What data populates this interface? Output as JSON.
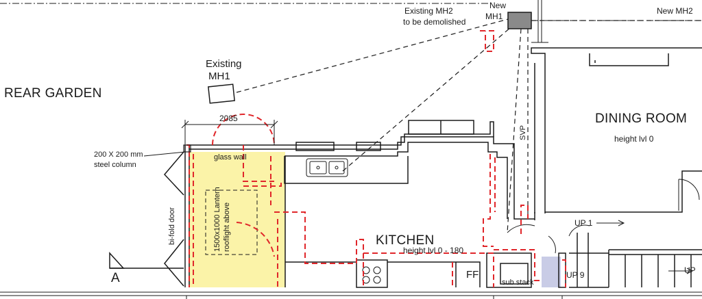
{
  "drawing": {
    "rooms": {
      "rear_garden": "REAR GARDEN",
      "dining_room": "DINING ROOM",
      "dining_height": "height lvl 0",
      "kitchen": "KITCHEN",
      "kitchen_height": "height lvl 0 - 180"
    },
    "manholes": {
      "existing_mh1_line1": "Existing",
      "existing_mh1_line2": "MH1",
      "existing_mh2_line1": "Existing MH2",
      "existing_mh2_line2": "to be demolished",
      "new_mh1_line1": "New",
      "new_mh1_line2": "MH1",
      "new_mh2": "New MH2"
    },
    "annotations": {
      "dimension": "2085",
      "column_line1": "200 X 200 mm",
      "column_line2": "steel column",
      "glass_wall": "glass wall",
      "bifold_door": "bi-fold door",
      "lantern_line1": "1500x1000 Lantern",
      "lantern_line2": "rooflight above",
      "ff": "FF",
      "sub_stack": "sub stack",
      "up1": "UP 1",
      "up9": "UP 9",
      "up": "UP",
      "section_marker": "A",
      "svp": "SVP"
    },
    "colors": {
      "line": "#1a1a1a",
      "proposed_red": "#e0262a",
      "glass_yellow": "#fbf3a8",
      "manhole_grey": "#8a8a8a",
      "stack_blue": "#c9cce6"
    }
  }
}
